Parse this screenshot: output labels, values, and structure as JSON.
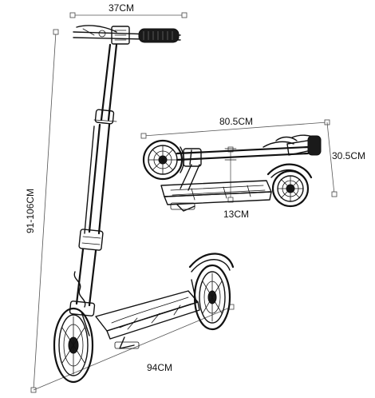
{
  "dimensions": {
    "handlebar_width": "37CM",
    "height_range": "91-106CM",
    "length": "94CM",
    "folded_length": "80.5CM",
    "folded_height": "30.5CM",
    "deck_width": "13CM"
  },
  "colors": {
    "ink": "#111111",
    "dimension_line": "#555555"
  }
}
